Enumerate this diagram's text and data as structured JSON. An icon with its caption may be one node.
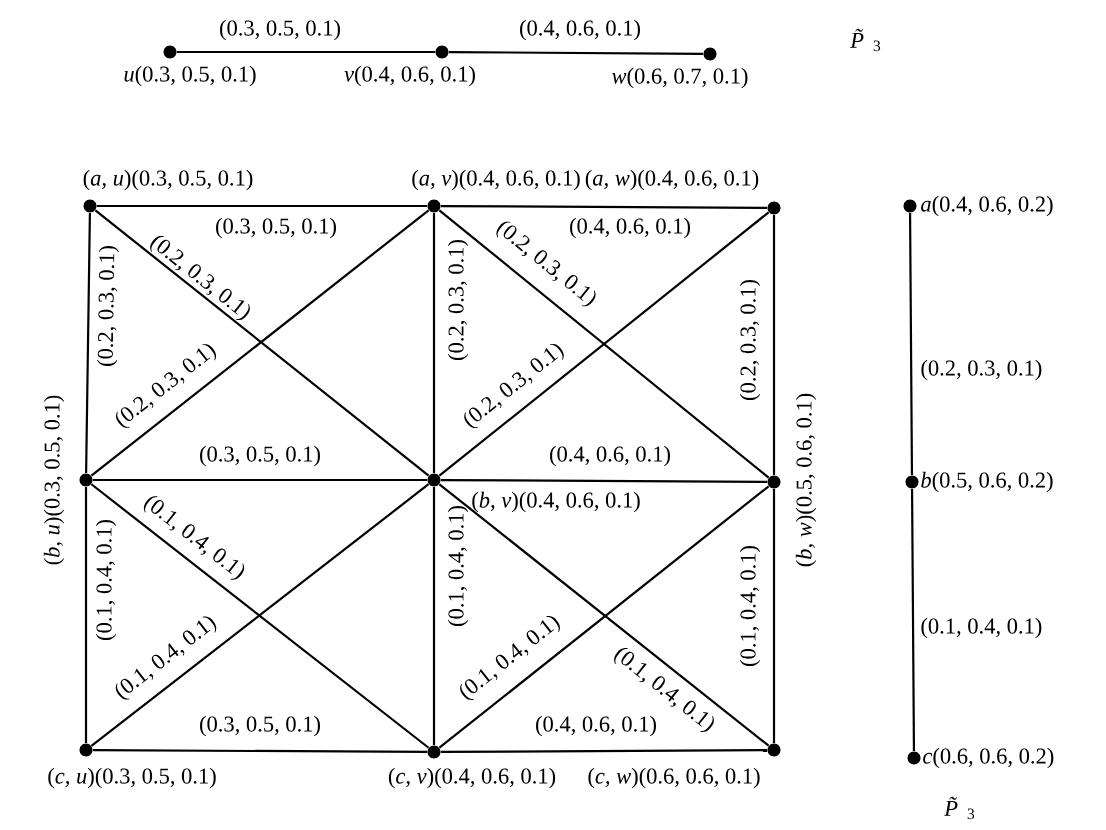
{
  "diagram": {
    "nodes": [
      {
        "text": [],
        "shape": "circle",
        "beside": [
          "*u*(0.3, 0.5, 0.1)"
        ]
      },
      {
        "text": [],
        "shape": "circle",
        "beside": [
          "*v*(0.4, 0.6, 0.1)"
        ]
      },
      {
        "text": [],
        "shape": "circle",
        "beside": [
          "*w*(0.6, 0.7, 0.1)"
        ]
      },
      {
        "text": [],
        "shape": "circle",
        "beside": [
          "(*a*, *u*)(0.3, 0.5, 0.1)"
        ]
      },
      {
        "text": [],
        "shape": "circle",
        "beside": [
          "(*a*, *v*)(0.4, 0.6, 0.1)"
        ]
      },
      {
        "text": [],
        "shape": "circle",
        "beside": [
          "(*a*, *w*)(0.4, 0.6, 0.1)"
        ]
      },
      {
        "text": [],
        "shape": "circle",
        "beside": [
          "(*b*, *u*)(0.3, 0.5, 0.1)"
        ]
      },
      {
        "text": [],
        "shape": "circle",
        "beside": [
          "(*b*, *v*)(0.4, 0.6, 0.1)"
        ]
      },
      {
        "text": [],
        "shape": "circle",
        "beside": [
          "(*b*, *w*)(0.5, 0.6, 0.1)"
        ]
      },
      {
        "text": [],
        "shape": "circle",
        "beside": [
          "(*c*, *u*)(0.3, 0.5, 0.1)"
        ]
      },
      {
        "text": [],
        "shape": "circle",
        "beside": [
          "(*c*, *v*)(0.4, 0.6, 0.1)"
        ]
      },
      {
        "text": [],
        "shape": "circle",
        "beside": [
          "(*c*, *w*)(0.6, 0.6, 0.1)"
        ]
      },
      {
        "text": [],
        "shape": "circle",
        "beside": [
          "*a*(0.4, 0.6, 0.2)"
        ]
      },
      {
        "text": [],
        "shape": "circle",
        "beside": [
          "*b*(0.5, 0.6, 0.2)"
        ]
      },
      {
        "text": [],
        "shape": "circle",
        "beside": [
          "*c*(0.6, 0.6, 0.2)"
        ]
      }
    ],
    "edges": [
      {
        "from": 0,
        "to": 1,
        "arrow": "none",
        "label": "(0.3, 0.5, 0.1)"
      },
      {
        "from": 1,
        "to": 2,
        "arrow": "none",
        "label": "(0.4, 0.6, 0.1)"
      },
      {
        "from": 3,
        "to": 4,
        "arrow": "none",
        "label": "(0.3, 0.5, 0.1)"
      },
      {
        "from": 4,
        "to": 5,
        "arrow": "none",
        "label": "(0.4, 0.6, 0.1)"
      },
      {
        "from": 6,
        "to": 7,
        "arrow": "none",
        "label": "(0.3, 0.5, 0.1)"
      },
      {
        "from": 7,
        "to": 8,
        "arrow": "none",
        "label": "(0.4, 0.6, 0.1)"
      },
      {
        "from": 9,
        "to": 10,
        "arrow": "none",
        "label": "(0.3, 0.5, 0.1)"
      },
      {
        "from": 10,
        "to": 11,
        "arrow": "none",
        "label": "(0.4, 0.6, 0.1)"
      },
      {
        "from": 3,
        "to": 6,
        "arrow": "none",
        "label": "(0.2, 0.3, 0.1)"
      },
      {
        "from": 4,
        "to": 7,
        "arrow": "none",
        "label": "(0.2, 0.3, 0.1)"
      },
      {
        "from": 5,
        "to": 8,
        "arrow": "none",
        "label": "(0.2, 0.3, 0.1)"
      },
      {
        "from": 6,
        "to": 9,
        "arrow": "none",
        "label": "(0.1, 0.4, 0.1)"
      },
      {
        "from": 7,
        "to": 10,
        "arrow": "none",
        "label": "(0.1, 0.4, 0.1)"
      },
      {
        "from": 8,
        "to": 11,
        "arrow": "none",
        "label": "(0.1, 0.4, 0.1)"
      },
      {
        "from": 3,
        "to": 7,
        "arrow": "none",
        "label": "(0.2, 0.3, 0.1)"
      },
      {
        "from": 6,
        "to": 4,
        "arrow": "none",
        "label": "(0.2, 0.3, 0.1)"
      },
      {
        "from": 4,
        "to": 8,
        "arrow": "none",
        "label": "(0.2, 0.3, 0.1)"
      },
      {
        "from": 7,
        "to": 5,
        "arrow": "none",
        "label": "(0.2, 0.3, 0.1)"
      },
      {
        "from": 6,
        "to": 10,
        "arrow": "none",
        "label": "(0.1, 0.4, 0.1)"
      },
      {
        "from": 9,
        "to": 7,
        "arrow": "none",
        "label": "(0.1, 0.4, 0.1)"
      },
      {
        "from": 7,
        "to": 11,
        "arrow": "none",
        "label": "(0.1, 0.4, 0.1)"
      },
      {
        "from": 10,
        "to": 8,
        "arrow": "none",
        "label": "(0.1, 0.4, 0.1)"
      },
      {
        "from": 12,
        "to": 13,
        "arrow": "none",
        "label": "(0.2, 0.3, 0.1)"
      },
      {
        "from": 13,
        "to": 14,
        "arrow": "none",
        "label": "(0.1, 0.4, 0.1)"
      }
    ],
    "labels": [
      "*P̃*$_{3}$",
      "*P̃*$_{3}$"
    ]
  }
}
